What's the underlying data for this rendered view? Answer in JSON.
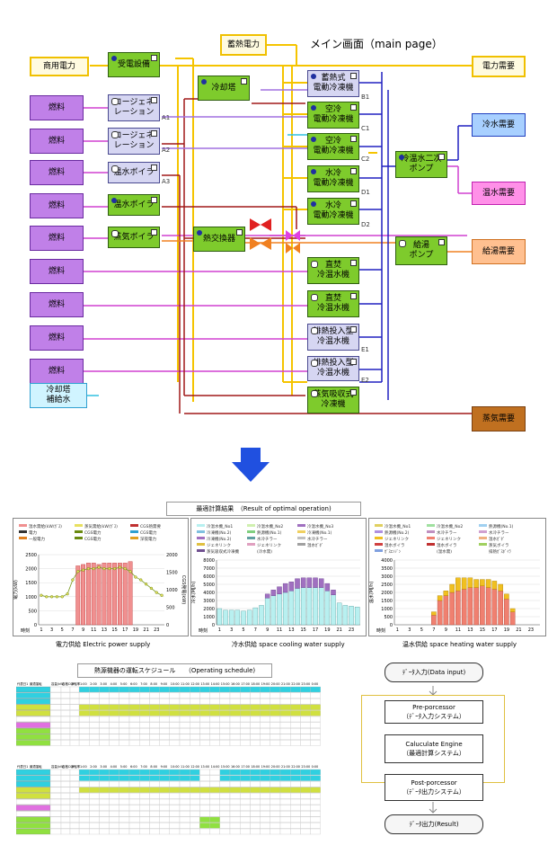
{
  "main_title": "メイン画面（main page）",
  "sources": {
    "commercial_power": "商用電力",
    "stored_heat_power": "蓄熱電力",
    "fuel": "燃料",
    "cooling_water": "冷却塔\n補給水"
  },
  "equipment": {
    "receiving": "受電設備",
    "cogen": "コージェネ\nレーション",
    "hw_boiler": "温水ボイラ",
    "steam_boiler": "蒸気ボイラ",
    "cooling_tower": "冷却塔",
    "heat_exchanger": "熱交換器",
    "storage_chiller": "蓄熱式\n電動冷凍機",
    "air_chiller": "空冷\n電動冷凍機",
    "water_chiller": "水冷\n電動冷凍機",
    "direct_fired": "直焚\n冷温水機",
    "exhaust_heat": "排熱投入型\n冷温水機",
    "steam_absorption": "蒸気吸収式\n冷凍機",
    "secondary_pump": "冷温水二次\nポンプ",
    "supply_pump": "給湯\nポンプ"
  },
  "demands": {
    "power": "電力需要",
    "cold_water": "冷水需要",
    "hot_water": "温水需要",
    "hot_supply": "給湯需要",
    "steam": "蒸気需要"
  },
  "tags": [
    "A1",
    "A2",
    "A3",
    "B1",
    "C1",
    "C2",
    "D1",
    "D2",
    "E1",
    "E2"
  ],
  "result_title": "最適計算結果　（Result of optimal operation)",
  "charts": {
    "power": {
      "caption": "電力供給  Electric power supply",
      "ylabel_left": "電力(kW)",
      "ylabel_right": "CGS発電(kW)",
      "xlabel": "時刻",
      "left_ticks": [
        "0",
        "500",
        "1000",
        "1500",
        "2000",
        "2500"
      ],
      "right_ticks": [
        "0",
        "500",
        "1000",
        "1500",
        "2000"
      ],
      "x_ticks": [
        "1",
        "3",
        "5",
        "7",
        "9",
        "11",
        "13",
        "15",
        "17",
        "19",
        "21",
        "23"
      ],
      "legend": [
        "温水需給(kW/ｶﾞｽ)",
        "蒸気需給(kW/ｶﾞｽ)",
        "CGS熱需要",
        "電力",
        "CGS電力",
        "CGS電力",
        "一般電力",
        "CGS電力",
        "深夜電力"
      ]
    },
    "cooling": {
      "caption": "冷水供給  space cooling water  supply",
      "ylabel": "冷水(MJ/h)",
      "xlabel": "時刻",
      "y_ticks": [
        "0",
        "1000",
        "2000",
        "3000",
        "4000",
        "5000",
        "6000",
        "7000",
        "8000"
      ],
      "x_ticks": [
        "1",
        "3",
        "5",
        "7",
        "9",
        "11",
        "13",
        "15",
        "17",
        "19",
        "21",
        "23"
      ],
      "legend": [
        "冷温水機_No1",
        "冷温水機_No2",
        "冷温水機_No3",
        "冷凍機(No.2)",
        "熱源機(No.1)",
        "冷凍機(No.1)",
        "冷凍機(No.2)",
        "水冷チラー",
        "水冷チラー",
        "ジェネリンク",
        "ジェネリンク",
        "温水ｶﾞﾀﾞ",
        "蒸気吸収式冷凍機",
        "(冷水需)"
      ]
    },
    "heating": {
      "caption": "温水供給  space heating water  supply",
      "ylabel": "温水(MJ/h)",
      "xlabel": "時刻",
      "y_ticks": [
        "0",
        "500",
        "1000",
        "1500",
        "2000",
        "2500",
        "3000",
        "3500",
        "4000"
      ],
      "x_ticks": [
        "1",
        "3",
        "5",
        "7",
        "9",
        "11",
        "13",
        "15",
        "17",
        "19",
        "21",
        "23"
      ],
      "legend": [
        "冷温水機_No1",
        "冷温水機_No2",
        "熱源機(No.1)",
        "熱源機(No.2)",
        "水冷チラー",
        "水冷チラー",
        "ジェネリンク",
        "ジェネリンク",
        "温水ｶﾞﾀﾞ",
        "温水ボイラ",
        "温水ボイラ",
        "蒸気ボイラ",
        "ｶﾞｽｴﾝｼﾞﾝ",
        "(温水需)",
        "排熱ｶﾞｽﾎﾞｲﾗ"
      ]
    }
  },
  "chart_data": [
    {
      "type": "bar",
      "title": "電力供給  Electric power supply",
      "xlabel": "時刻",
      "ylabel": "電力(kW)",
      "x": [
        1,
        2,
        3,
        4,
        5,
        6,
        7,
        8,
        9,
        10,
        11,
        12,
        13,
        14,
        15,
        16,
        17,
        18,
        19,
        20,
        21,
        22,
        23,
        24
      ],
      "ylim": [
        0,
        2500
      ],
      "series": [
        {
          "name": "CGS熱需要",
          "values": [
            0,
            0,
            0,
            0,
            0,
            0,
            0,
            2100,
            2150,
            2200,
            2200,
            2150,
            2200,
            2200,
            2200,
            2200,
            2200,
            2250,
            0,
            0,
            0,
            0,
            0,
            0
          ]
        },
        {
          "name": "電力",
          "values": [
            1050,
            1000,
            1000,
            1000,
            1000,
            1100,
            1600,
            1900,
            1950,
            2000,
            2000,
            2050,
            2000,
            2000,
            2000,
            2050,
            2000,
            1900,
            1700,
            1600,
            1450,
            1300,
            1150,
            1050
          ]
        },
        {
          "name": "深夜電力",
          "values": [
            0,
            0,
            0,
            0,
            0,
            0,
            0,
            0,
            0,
            0,
            0,
            0,
            0,
            0,
            0,
            0,
            0,
            0,
            0,
            0,
            0,
            0,
            0,
            0
          ]
        }
      ]
    },
    {
      "type": "bar",
      "title": "冷水供給  space cooling water  supply",
      "xlabel": "時刻",
      "ylabel": "冷水(MJ/h)",
      "x": [
        1,
        2,
        3,
        4,
        5,
        6,
        7,
        8,
        9,
        10,
        11,
        12,
        13,
        14,
        15,
        16,
        17,
        18,
        19,
        20,
        21,
        22,
        23,
        24
      ],
      "ylim": [
        0,
        8000
      ],
      "series": [
        {
          "name": "水冷チラー",
          "values": [
            2000,
            1800,
            1800,
            1800,
            1700,
            1800,
            2100,
            2400,
            3300,
            3600,
            3800,
            4000,
            4200,
            4500,
            4600,
            4600,
            4600,
            4600,
            4200,
            3700,
            2700,
            2400,
            2300,
            2200
          ]
        },
        {
          "name": "ジェネリンク",
          "values": [
            0,
            0,
            0,
            0,
            0,
            0,
            0,
            0,
            500,
            700,
            900,
            1100,
            1100,
            1200,
            1200,
            1200,
            1200,
            1100,
            900,
            600,
            0,
            0,
            0,
            0
          ]
        }
      ]
    },
    {
      "type": "bar",
      "title": "温水供給  space heating water  supply",
      "xlabel": "時刻",
      "ylabel": "温水(MJ/h)",
      "x": [
        1,
        2,
        3,
        4,
        5,
        6,
        7,
        8,
        9,
        10,
        11,
        12,
        13,
        14,
        15,
        16,
        17,
        18,
        19,
        20,
        21,
        22,
        23,
        24
      ],
      "ylim": [
        0,
        4000
      ],
      "series": [
        {
          "name": "蒸気ボイラ",
          "values": [
            0,
            0,
            0,
            0,
            0,
            0,
            600,
            1500,
            1800,
            2000,
            2100,
            2200,
            2300,
            2300,
            2400,
            2300,
            2200,
            2100,
            1600,
            800,
            0,
            0,
            0,
            0
          ]
        },
        {
          "name": "温水ボイラ",
          "values": [
            0,
            0,
            0,
            0,
            0,
            0,
            200,
            300,
            300,
            500,
            800,
            700,
            600,
            500,
            400,
            500,
            500,
            400,
            300,
            200,
            0,
            0,
            0,
            0
          ]
        }
      ]
    }
  ],
  "schedule": {
    "title": "熱源機器の運転スケジュール　　（Operating  schedule)",
    "header": [
      "代表日1",
      "最適運転",
      "容量(kW)",
      "定格COP",
      "余裕率",
      "1:00",
      "2:00",
      "3:00",
      "4:00",
      "5:00",
      "6:00",
      "7:00",
      "8:00",
      "9:00",
      "10:00",
      "11:00",
      "12:00",
      "13:00",
      "14:00",
      "15:00",
      "16:00",
      "17:00",
      "18:00",
      "19:00",
      "20:00",
      "21:00",
      "22:00",
      "23:00",
      "0:00"
    ]
  },
  "flow": {
    "input": "ﾃﾞｰﾀ入力(Data input)",
    "pre": "Pre-porcessor\n（ﾃﾞｰﾀ入力システム）",
    "engine": "Caluculate  Engine\n（最適計算システム）",
    "post": "Post-porcessor\n（ﾃﾞｰﾀ出力システム）",
    "output": "ﾃﾞｰﾀ出力(Result)"
  }
}
